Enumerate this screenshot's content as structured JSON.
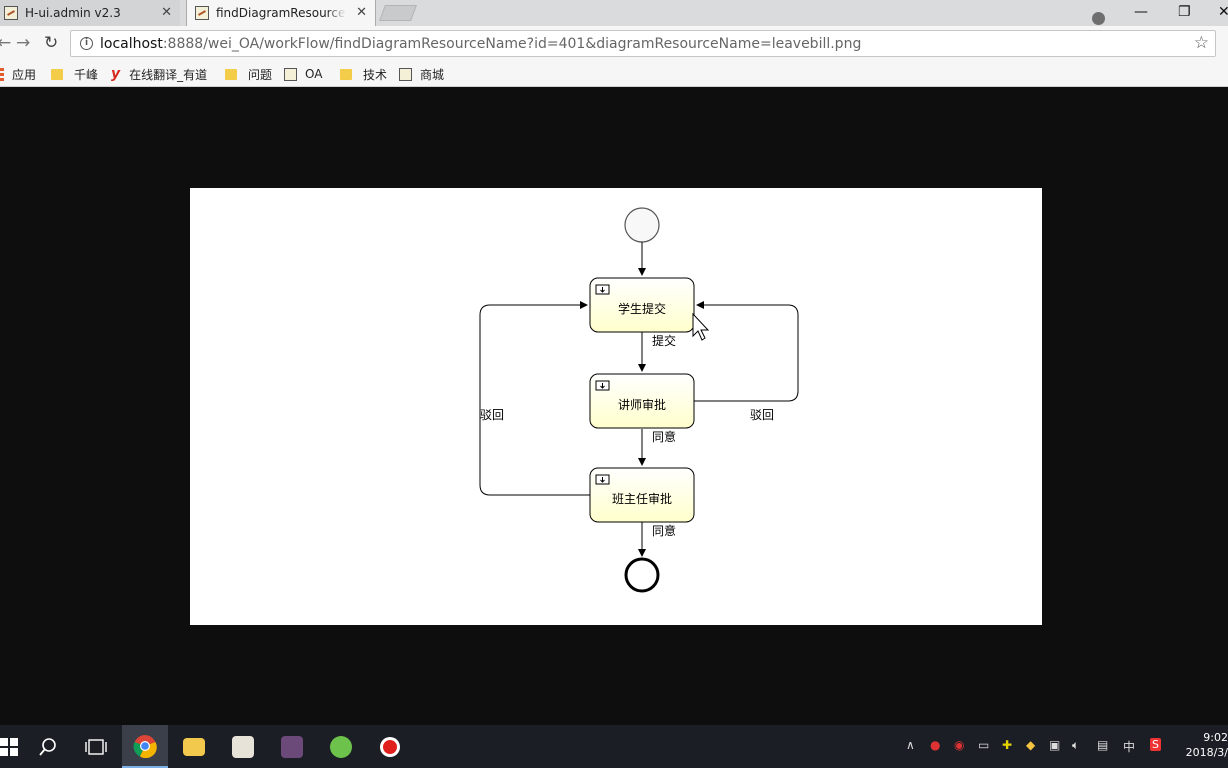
{
  "tabs": [
    {
      "label": "H-ui.admin v2.3",
      "active": false
    },
    {
      "label": "findDiagramResourceName",
      "active": true
    }
  ],
  "window": {
    "minimize": "—",
    "restore": "❐",
    "close": "✕"
  },
  "address": {
    "host": "localhost",
    "path": ":8888/wei_OA/workFlow/findDiagramResourceName?id=401&diagramResourceName=leavebill.png"
  },
  "bookmarks": [
    {
      "label": "应用"
    },
    {
      "label": "千峰"
    },
    {
      "label": "在线翻译_有道"
    },
    {
      "label": "问题"
    },
    {
      "label": "OA"
    },
    {
      "label": "技术"
    },
    {
      "label": "商城"
    }
  ],
  "diagram": {
    "tasks": [
      {
        "label": "学生提交"
      },
      {
        "label": "讲师审批"
      },
      {
        "label": "班主任审批"
      }
    ],
    "flows": {
      "submit": "提交",
      "agree1": "同意",
      "agree2": "同意",
      "reject_left": "驳回",
      "reject_right": "驳回"
    }
  },
  "taskbar": {
    "time": "9:02",
    "date": "2018/3/",
    "ime": "中"
  },
  "colors": {
    "task_fill_top": "#ffffff",
    "task_fill_bottom": "#ffffcc",
    "viewer_bg": "#0e0e0e",
    "taskbar_bg": "#1b1e25"
  }
}
